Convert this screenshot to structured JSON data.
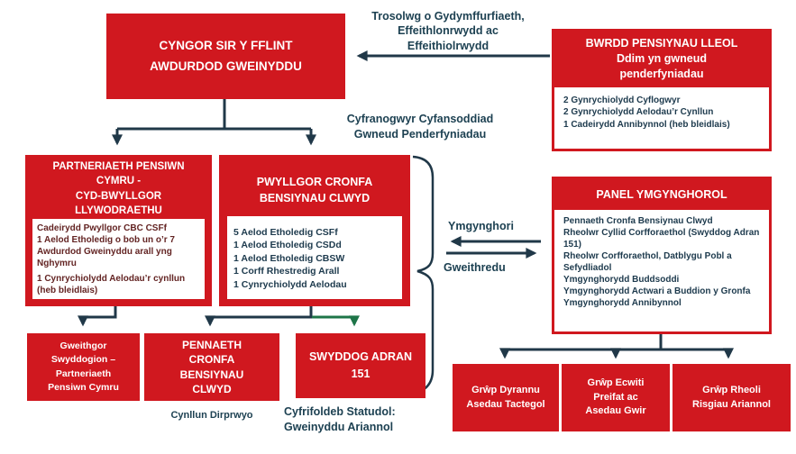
{
  "colors": {
    "box_red": "#d0181f",
    "dark_teal": "#1d4152",
    "line_navy": "#203848",
    "green_arrow": "#1e7548",
    "maroon_text": "#632423"
  },
  "cyngor": {
    "line1": "CYNGOR SIR Y FFLINT",
    "line2": "AWDURDOD GWEINYDDU"
  },
  "trosolwg": {
    "line1": "Trosolwg o Gydymffurfiaeth,",
    "line2": "Effeithlonrwydd ac",
    "line3": "Effeithiolrwydd"
  },
  "bwrdd": {
    "title1": "BWRDD PENSIYNAU LLEOL",
    "title2": "Ddim yn gwneud",
    "title3": "penderfyniadau",
    "items": [
      "2 Gynrychiolydd Cyflogwyr",
      "2 Gynrychiolydd Aelodau’r Cynllun",
      "1 Cadeirydd Annibynnol (heb bleidlais)"
    ]
  },
  "cyfranogwyr": {
    "line1": "Cyfranogwyr Cyfansoddiad",
    "line2": "Gwneud Penderfyniadau"
  },
  "partneriaeth": {
    "title1": "PARTNERIAETH PENSIWN",
    "title2": "CYMRU -",
    "title3": "CYD-BWYLLGOR",
    "title4": "LLYWODRAETHU",
    "items": [
      "Cadeirydd Pwyllgor CBC CSFf",
      "1 Aelod Etholedig o bob un o’r 7 Awdurdod Gweinyddu arall yng Nghymru",
      "1 Cynrychiolydd Aelodau’r cynllun (heb bleidlais)"
    ]
  },
  "pwyllgor": {
    "title1": "PWYLLGOR CRONFA",
    "title2": "BENSIYNAU CLWYD",
    "items": [
      "5 Aelod Etholedig CSFf",
      "1 Aelod Etholedig CSDd",
      "1 Aelod Etholedig CBSW",
      "1 Corff Rhestredig Arall",
      "1 Cynrychiolydd Aelodau"
    ]
  },
  "ymgynghori_label": "Ymgynghori",
  "gweithredu_label": "Gweithredu",
  "panel": {
    "title": "PANEL YMGYNGHOROL",
    "items": [
      "Pennaeth Cronfa Bensiynau Clwyd",
      "Rheolwr Cyllid Corfforaethol (Swyddog Adran 151)",
      "Rheolwr Corfforaethol, Datblygu Pobl a Sefydliadol",
      "Ymgynghorydd Buddsoddi",
      "Ymgynghorydd Actwari a Buddion y Gronfa",
      "Ymgynghorydd Annibynnol"
    ]
  },
  "gweithgor": {
    "line1": "Gweithgor",
    "line2": "Swyddogion –",
    "line3": "Partneriaeth",
    "line4": "Pensiwn Cymru"
  },
  "pennaeth": {
    "line1": "PENNAETH",
    "line2": "CRONFA",
    "line3": "BENSIYNAU",
    "line4": "CLWYD"
  },
  "swyddog": {
    "line1": "SWYDDOG ADRAN",
    "line2": "151"
  },
  "cynllun_label": "Cynllun Dirprwyo",
  "cyfrifoldeb": {
    "line1": "Cyfrifoldeb Statudol:",
    "line2": "Gweinyddu Ariannol"
  },
  "grwpiau": [
    {
      "line1": "Grŵp Dyrannu",
      "line2": "Asedau Tactegol",
      "line3": ""
    },
    {
      "line1": "Grŵp Ecwiti",
      "line2": "Preifat ac",
      "line3": "Asedau Gwir"
    },
    {
      "line1": "Grŵp Rheoli",
      "line2": "Risgiau Ariannol",
      "line3": ""
    }
  ]
}
